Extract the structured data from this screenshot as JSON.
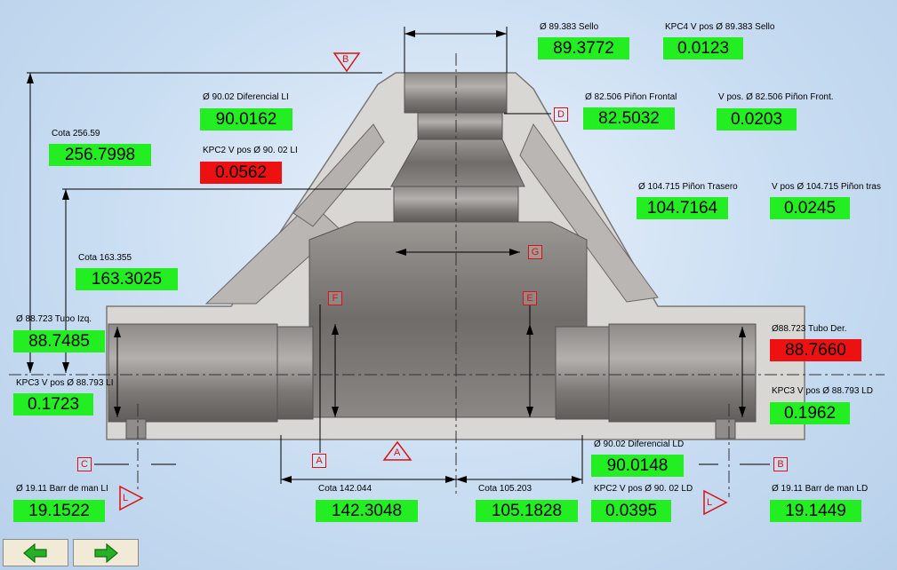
{
  "measurements": [
    {
      "id": "sello",
      "label": "Ø 89.383 Sello",
      "value": "89.3772",
      "status": "ok"
    },
    {
      "id": "kpc4-sello",
      "label": "KPC4 V pos Ø 89.383 Sello",
      "value": "0.0123",
      "status": "ok"
    },
    {
      "id": "diferencial-li",
      "label": "Ø 90.02 Diferencial LI",
      "value": "90.0162",
      "status": "ok"
    },
    {
      "id": "pinon-frontal",
      "label": "Ø 82.506 Piñon Frontal",
      "value": "82.5032",
      "status": "ok"
    },
    {
      "id": "vpos-pinon-front",
      "label": "V pos. Ø 82.506 Piñon Front.",
      "value": "0.0203",
      "status": "ok"
    },
    {
      "id": "cota-256",
      "label": "Cota 256.59",
      "value": "256.7998",
      "status": "ok"
    },
    {
      "id": "kpc2-li",
      "label": "KPC2 V pos Ø 90. 02 LI",
      "value": "0.0562",
      "status": "bad"
    },
    {
      "id": "pinon-trasero",
      "label": "Ø 104.715 Piñon Trasero",
      "value": "104.7164",
      "status": "ok"
    },
    {
      "id": "vpos-pinon-tras",
      "label": "V pos Ø 104.715 Piñon tras",
      "value": "0.0245",
      "status": "ok"
    },
    {
      "id": "cota-163",
      "label": "Cota 163.355",
      "value": "163.3025",
      "status": "ok"
    },
    {
      "id": "tubo-izq",
      "label": "Ø 88.723 Tubo Izq.",
      "value": "88.7485",
      "status": "ok"
    },
    {
      "id": "tubo-der",
      "label": "Ø88.723 Tubo Der.",
      "value": "88.7660",
      "status": "bad"
    },
    {
      "id": "kpc3-li",
      "label": "KPC3 V pos Ø 88.793 LI",
      "value": "0.1723",
      "status": "ok"
    },
    {
      "id": "kpc3-ld",
      "label": "KPC3 V pos Ø 88.793 LD",
      "value": "0.1962",
      "status": "ok"
    },
    {
      "id": "diferencial-ld",
      "label": "Ø 90.02 Diferencial LD",
      "value": "90.0148",
      "status": "ok"
    },
    {
      "id": "barr-li",
      "label": "Ø 19.11  Barr de man LI",
      "value": "19.1522",
      "status": "ok"
    },
    {
      "id": "cota-142",
      "label": "Cota 142.044",
      "value": "142.3048",
      "status": "ok"
    },
    {
      "id": "cota-105",
      "label": "Cota 105.203",
      "value": "105.1828",
      "status": "ok"
    },
    {
      "id": "kpc2-ld",
      "label": "KPC2 V pos Ø 90. 02 LD",
      "value": "0.0395",
      "status": "ok"
    },
    {
      "id": "barr-ld",
      "label": "Ø 19.11 Barr de man LD",
      "value": "19.1449",
      "status": "ok"
    }
  ],
  "datum_tags": {
    "b_top": "B",
    "d": "D",
    "g": "G",
    "f": "F",
    "e": "E",
    "a_center": "A",
    "a_box": "A",
    "c": "C",
    "b_right": "B",
    "l_left": "L",
    "l_right": "L"
  },
  "colors": {
    "ok": "#22ee22",
    "bad": "#ee1111",
    "datum": "#d11111"
  },
  "nav": {
    "back_icon": "arrow-left-icon",
    "forward_icon": "arrow-right-icon"
  }
}
